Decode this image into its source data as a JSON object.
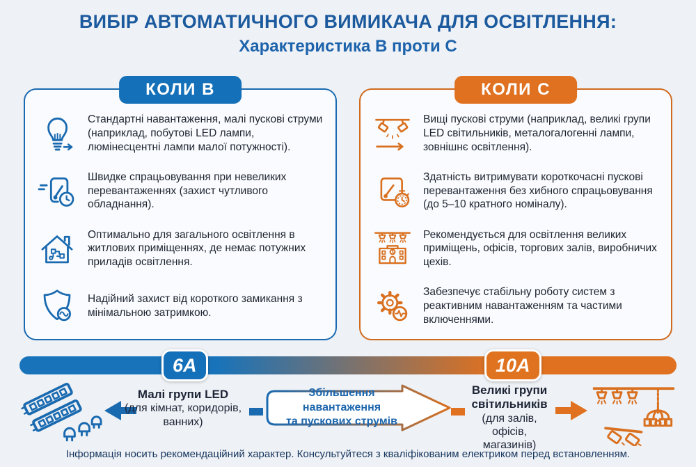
{
  "title": "ВИБІР АВТОМАТИЧНОГО ВИМИКАЧА ДЛЯ ОСВІТЛЕННЯ:",
  "subtitle": "Характеристика B проти C",
  "colors": {
    "blue": "#1470b8",
    "orange": "#df7120",
    "card_bg": "#f9fbfe",
    "page_bg": "#eef1f5"
  },
  "columns": [
    {
      "header": "КОЛИ B",
      "items": [
        {
          "icon": "led-bulb-arrow-icon",
          "text": "Стандартні навантаження, малі пускові струми (наприклад, побутові LED лампи, люмінесцентні лампи малої потужності)."
        },
        {
          "icon": "switch-clock-icon",
          "text": "Швидке спрацьовування при невеликих перевантаженнях (захист чутливого обладнання)."
        },
        {
          "icon": "house-circuit-icon",
          "text": "Оптимально для загального освітлення в житлових приміщеннях, де немає потужних приладів освітлення."
        },
        {
          "icon": "shield-wave-icon",
          "text": "Надійний захист від короткого замикання з мінімальною затримкою."
        }
      ]
    },
    {
      "header": "КОЛИ C",
      "items": [
        {
          "icon": "spotlights-arrow-icon",
          "text": "Вищі пускові струми (наприклад, великі групи LED світильників, металогалогенні лампи, зовнішнє освітлення)."
        },
        {
          "icon": "switch-stopwatch-icon",
          "text": "Здатність витримувати короткочасні пускові перевантаження без хибного спрацьовування (до 5–10 кратного номіналу)."
        },
        {
          "icon": "building-lights-icon",
          "text": "Рекомендується для освітлення великих приміщень, офісів, торгових залів, виробничих цехів."
        },
        {
          "icon": "gear-pulse-icon",
          "text": "Забезпечує стабільну роботу систем з реактивним навантаженням та частими включеннями."
        }
      ]
    }
  ],
  "scale": {
    "left_rating": "6A",
    "right_rating": "10A",
    "left_label_bold": "Малі групи LED",
    "left_label_rest": "(для кімнат, коридорів, ванних)",
    "center_line1": "Збільшення навантаження",
    "center_line2": "та пускових струмів",
    "right_label_bold": "Великі групи світильників",
    "right_label_rest": "(для залів, офісів, магазинів)"
  },
  "footer": "Інформація носить рекомендаційний характер. Консультуйтеся з кваліфікованим електриком перед встановленням."
}
